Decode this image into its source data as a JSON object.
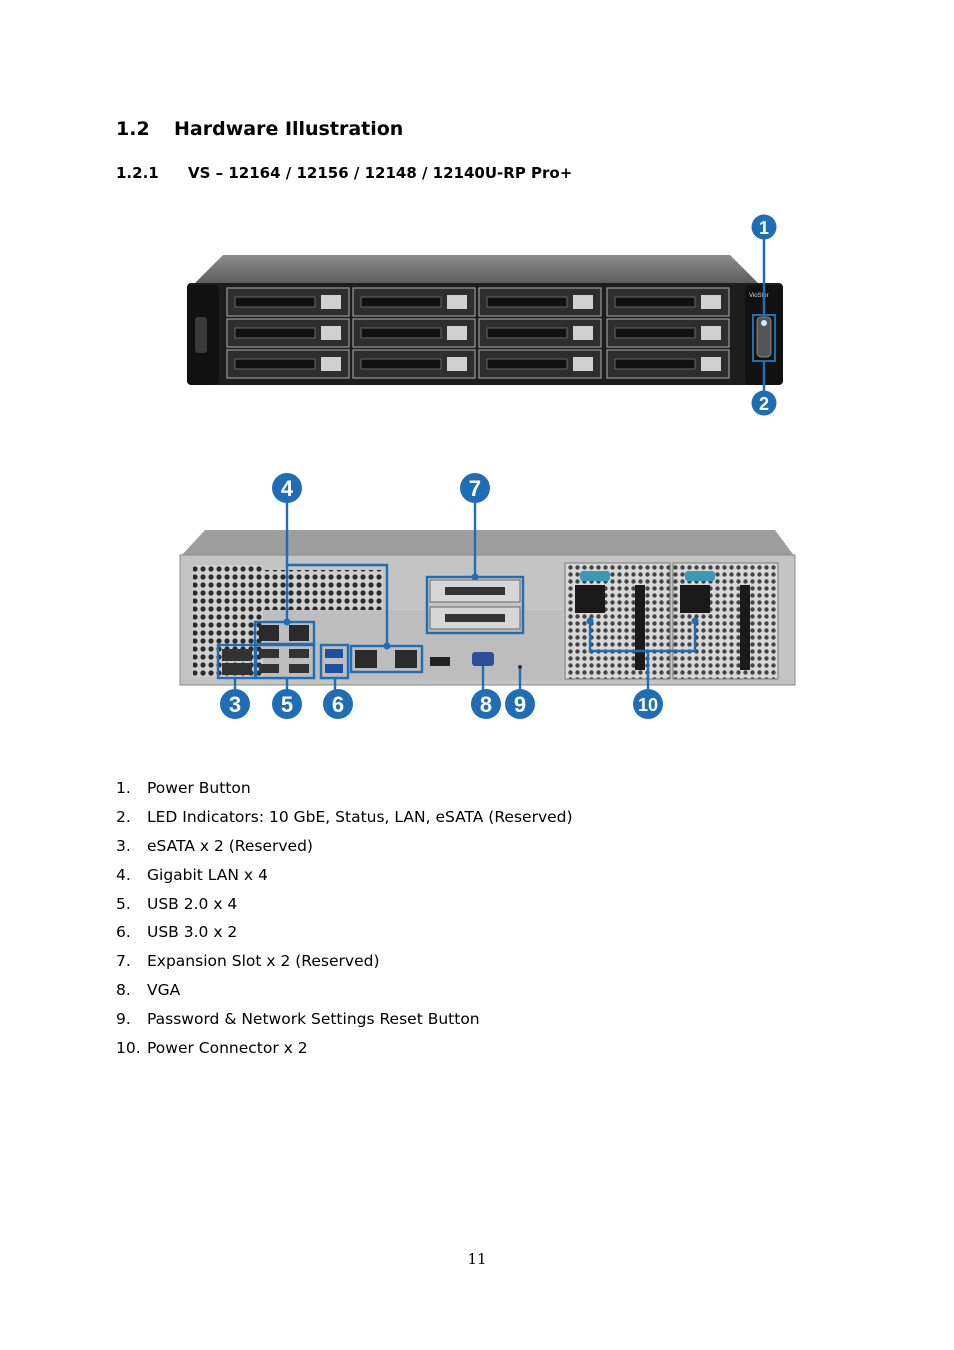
{
  "section": {
    "number": "1.2",
    "title": "Hardware Illustration"
  },
  "subsection": {
    "number": "1.2.1",
    "title": "VS – 12164 / 12156 / 12148 / 12140U-RP Pro+"
  },
  "figure_front": {
    "brand_label": "VioStor",
    "callouts": [
      "1",
      "2"
    ]
  },
  "figure_rear": {
    "callouts": [
      "3",
      "4",
      "5",
      "6",
      "7",
      "8",
      "9",
      "10"
    ]
  },
  "items": [
    {
      "n": "1.",
      "text": "Power Button"
    },
    {
      "n": "2.",
      "text": "LED Indicators: 10 GbE, Status, LAN, eSATA (Reserved)"
    },
    {
      "n": "3.",
      "text": "eSATA x 2 (Reserved)"
    },
    {
      "n": "4.",
      "text": "Gigabit LAN x 4"
    },
    {
      "n": "5.",
      "text": "USB 2.0 x 4"
    },
    {
      "n": "6.",
      "text": "USB 3.0 x 2"
    },
    {
      "n": "7.",
      "text": "Expansion Slot x 2 (Reserved)"
    },
    {
      "n": "8.",
      "text": "VGA"
    },
    {
      "n": "9.",
      "text": "Password & Network Settings Reset Button"
    },
    {
      "n": "10.",
      "text": "Power Connector x 2"
    }
  ],
  "page_number": "11",
  "colors": {
    "callout": "#1f6db5",
    "chassis": "#2b2b2b",
    "panel": "#c9c9c9"
  }
}
